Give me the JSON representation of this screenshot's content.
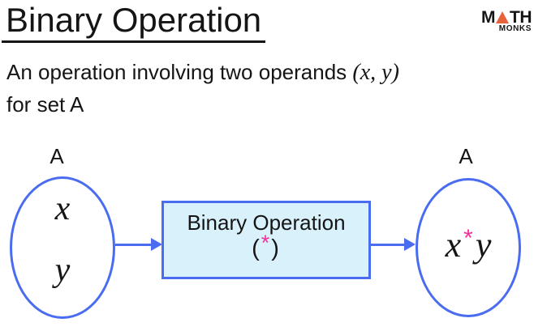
{
  "header": {
    "title": "Binary Operation",
    "logo": {
      "word_start": "M",
      "word_end": "TH",
      "subtitle": "MONKS",
      "triangle_color": "#e8623c"
    }
  },
  "description": {
    "line1_text": "An operation involving two operands",
    "math": {
      "open": "(",
      "x": "x",
      "comma": ",",
      "y": "y",
      "close": ")"
    },
    "line2": "for set A"
  },
  "diagram": {
    "input_set": {
      "label": "A",
      "element_top": "x",
      "element_bottom": "y"
    },
    "operation_box": {
      "title": "Binary Operation",
      "open": "(",
      "operator": "*",
      "close": ")"
    },
    "output_set": {
      "label": "A",
      "x": "x",
      "operator": "*",
      "y": "y"
    },
    "colors": {
      "stroke_blue": "#4a6cf0",
      "box_fill": "#d9f1fb",
      "operator_pink": "#f4309a"
    }
  }
}
